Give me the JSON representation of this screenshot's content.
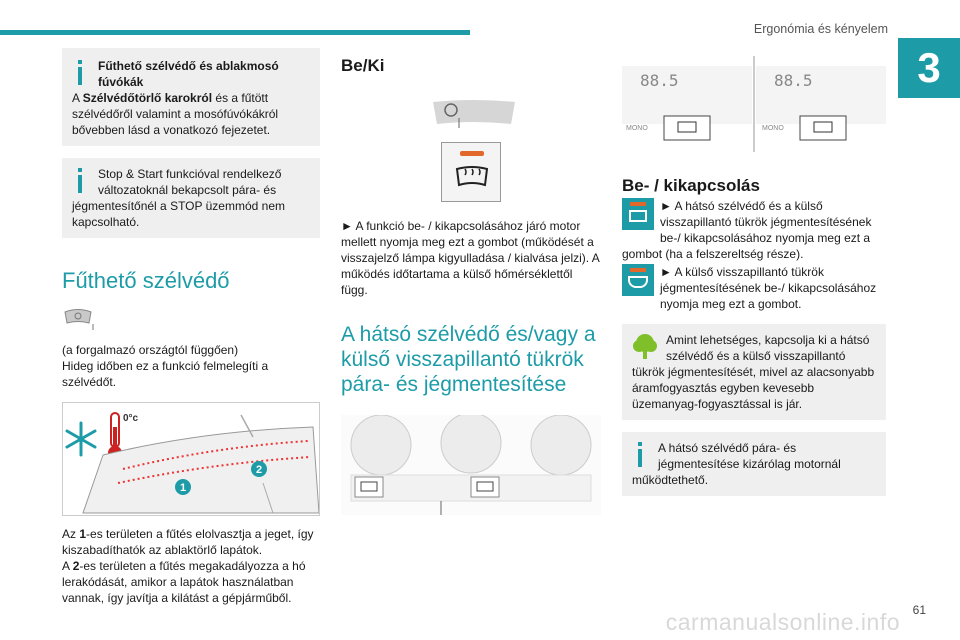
{
  "header": {
    "chapter_title": "Ergonómia és kényelem",
    "chapter_number": "3"
  },
  "footer": {
    "page_number": "61",
    "watermark": "carmanualsonline.info"
  },
  "col1": {
    "info1_title": "Fűthető szélvédő és ablakmosó fúvókák",
    "info1_body_prefix": "A ",
    "info1_body_bold": "Szélvédőtörlő karokról",
    "info1_body_rest": " és a fűtött szélvédőről valamint a mosófúvókákról bővebben lásd a vonatkozó fejezetet.",
    "info2_body": "Stop & Start funkcióval rendelkező változatoknál bekapcsolt pára- és jégmentesítőnél a STOP üzemmód nem kapcsolható.",
    "heading": "Fűthető szélvédő",
    "para1": "(a forgalmazó országtól függően)\nHideg időben ez a funkció felmelegíti a szélvédőt.",
    "fig_temp": "0°c",
    "fig_label1": "1",
    "fig_label2": "2",
    "para2_prefix1": "Az ",
    "para2_bold1": "1",
    "para2_rest1": "-es területen a fűtés elolvasztja a jeget, így kiszabadíthatók az ablaktörlő lapátok.",
    "para2_prefix2": "A ",
    "para2_bold2": "2",
    "para2_rest2": "-es területen a fűtés megakadályozza a hó lerakódását, amikor a lapátok használatban vannak, így javítja a kilátást a gépjárműből."
  },
  "col2": {
    "heading": "Be/Ki",
    "body": "► A funkció be- / kikapcsolásához járó motor mellett nyomja meg ezt a gombot (működését a visszajelző lámpa kigyulladása / kialvása jelzi). A működés időtartama a külső hőmérséklettől függ.",
    "heading2": "A hátsó szélvédő és/vagy a külső visszapillantó tükrök pára- és jégmentesítése"
  },
  "col3": {
    "fig_display": "88.5",
    "fig_mono": "MONO",
    "heading": "Be- / kikapcsolás",
    "item1": "► A hátsó szélvédő és a külső visszapillantó tükrök jégmentesítésének be-/ kikapcsolásához nyomja meg ezt a gombot (ha a felszereltség része).",
    "item2": "► A külső visszapillantó tükrök jégmentesítésének be-/ kikapcsolásához nyomja meg ezt a gombot.",
    "eco_body": "Amint lehetséges, kapcsolja ki a hátsó szélvédő és a külső visszapillantó tükrök jégmentesítését, mivel az alacsonyabb áramfogyasztás egyben kevesebb üzemanyag-fogyasztással is jár.",
    "info_body": "A hátsó szélvédő pára- és jégmentesítése kizárólag motornál működtethető."
  },
  "colors": {
    "accent": "#1d9ca8",
    "warning": "#e2672b",
    "eco": "#7fbf2a"
  }
}
